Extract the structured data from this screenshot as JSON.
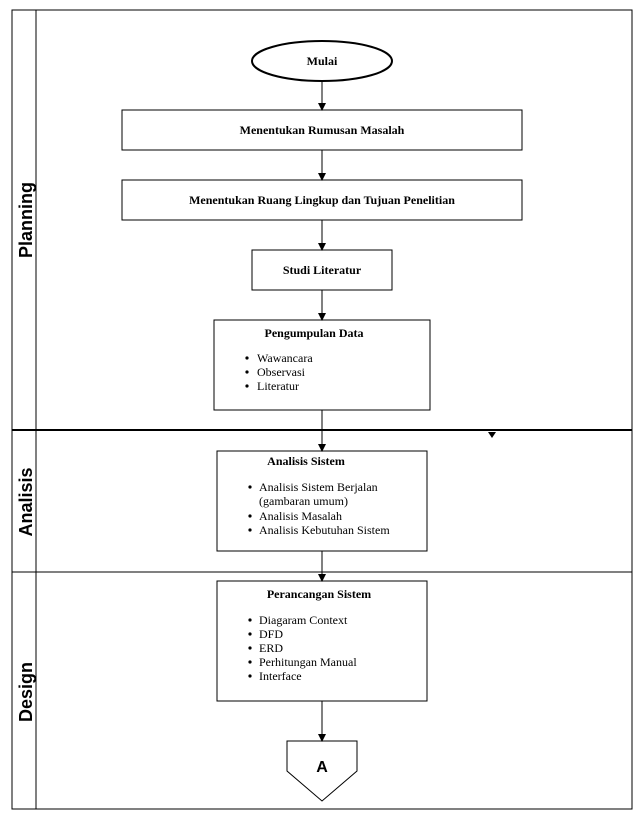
{
  "lanes": [
    {
      "label": "Planning"
    },
    {
      "label": "Analisis"
    },
    {
      "label": "Design"
    }
  ],
  "nodes": {
    "start": {
      "label": "Mulai"
    },
    "rumusan": {
      "label": "Menentukan Rumusan Masalah"
    },
    "ruang_lingkup": {
      "label": "Menentukan Ruang Lingkup dan Tujuan Penelitian"
    },
    "studi_literatur": {
      "label": "Studi Literatur"
    },
    "pengumpulan_data": {
      "title": "Pengumpulan Data",
      "items": [
        "Wawancara",
        "Observasi",
        "Literatur"
      ]
    },
    "analisis_sistem": {
      "title": "Analisis Sistem",
      "items": [
        "Analisis Sistem Berjalan",
        "(gambaran umum)",
        "Analisis Masalah",
        "Analisis Kebutuhan Sistem"
      ]
    },
    "perancangan_sistem": {
      "title": "Perancangan Sistem",
      "items": [
        "Diagaram Context",
        "DFD",
        "ERD",
        "Perhitungan Manual",
        "Interface"
      ]
    },
    "connector": {
      "label": "A"
    }
  }
}
